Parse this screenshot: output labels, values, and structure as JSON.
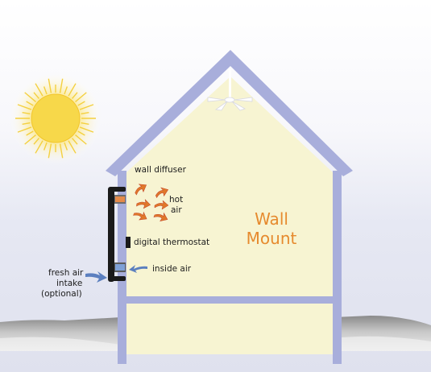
{
  "title": {
    "line1": "Wall",
    "line2": "Mount"
  },
  "labels": {
    "wall_diffuser": "wall diffuser",
    "hot_air_line1": "hot",
    "hot_air_line2": "air",
    "digital_thermostat": "digital thermostat",
    "inside_air": "inside air",
    "fresh_air_line1": "fresh air",
    "fresh_air_line2": "intake",
    "fresh_air_line3": "(optional)"
  },
  "colors": {
    "house_frame": "#a8aedb",
    "interior": "#f7f4d2",
    "title_text": "#e68a2e",
    "sun_core": "#f7d84a",
    "duct": "#1a1a1a",
    "hot_arrow": "#e0782a",
    "cool_arrow": "#5b7fbf"
  },
  "icons": [
    "sun-icon",
    "ceiling-fan-icon",
    "hot-air-arrow-icon",
    "inside-air-arrow-icon",
    "fresh-air-arrow-icon"
  ]
}
